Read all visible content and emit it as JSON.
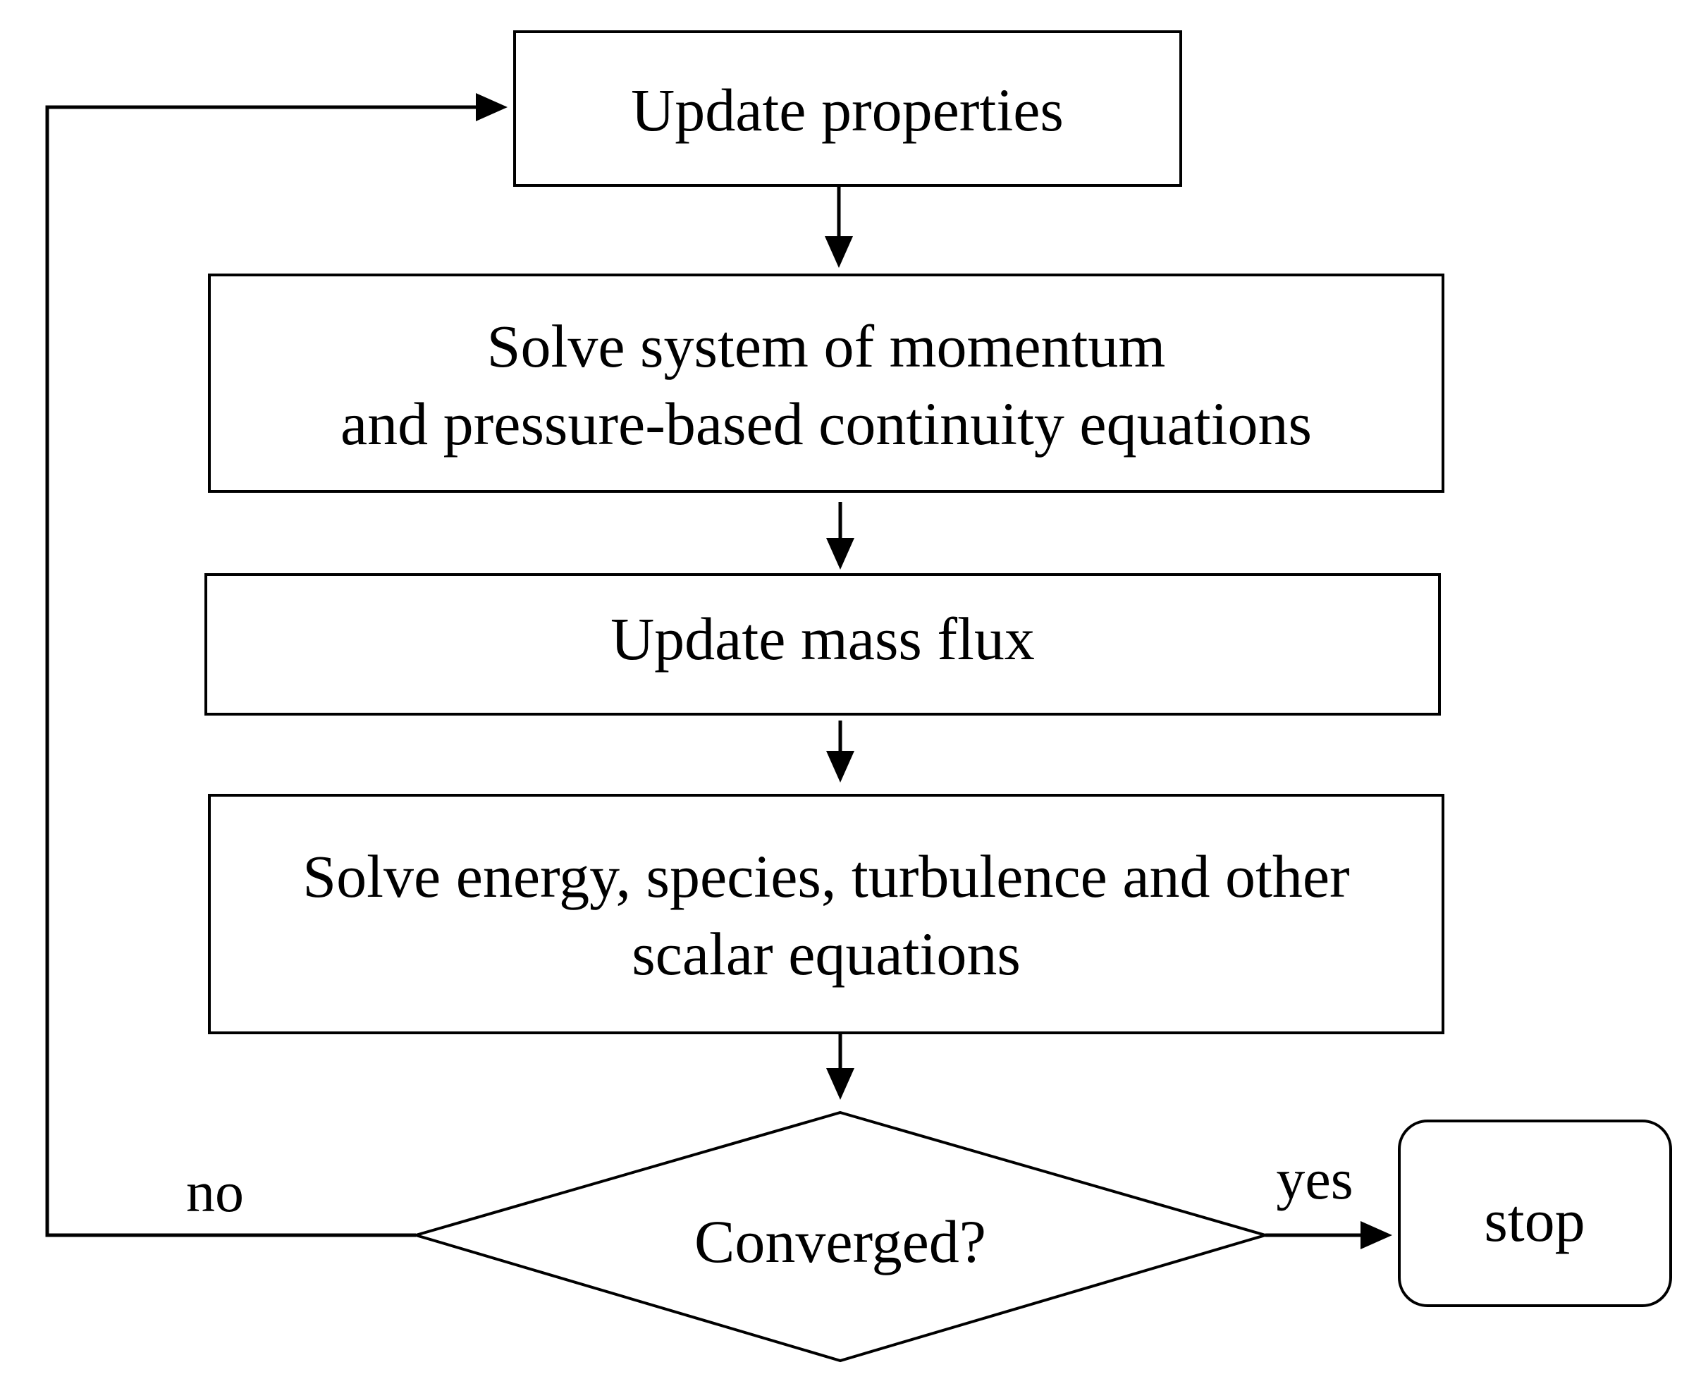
{
  "nodes": {
    "update_properties": "Update properties",
    "solve_momentum_line1": "Solve system of momentum",
    "solve_momentum_line2": "and pressure-based continuity equations",
    "update_mass_flux": "Update mass flux",
    "solve_scalar_line1": "Solve energy, species, turbulence and other",
    "solve_scalar_line2": "scalar equations",
    "converged": "Converged?",
    "stop": "stop"
  },
  "edges": {
    "no_label": "no",
    "yes_label": "yes"
  }
}
